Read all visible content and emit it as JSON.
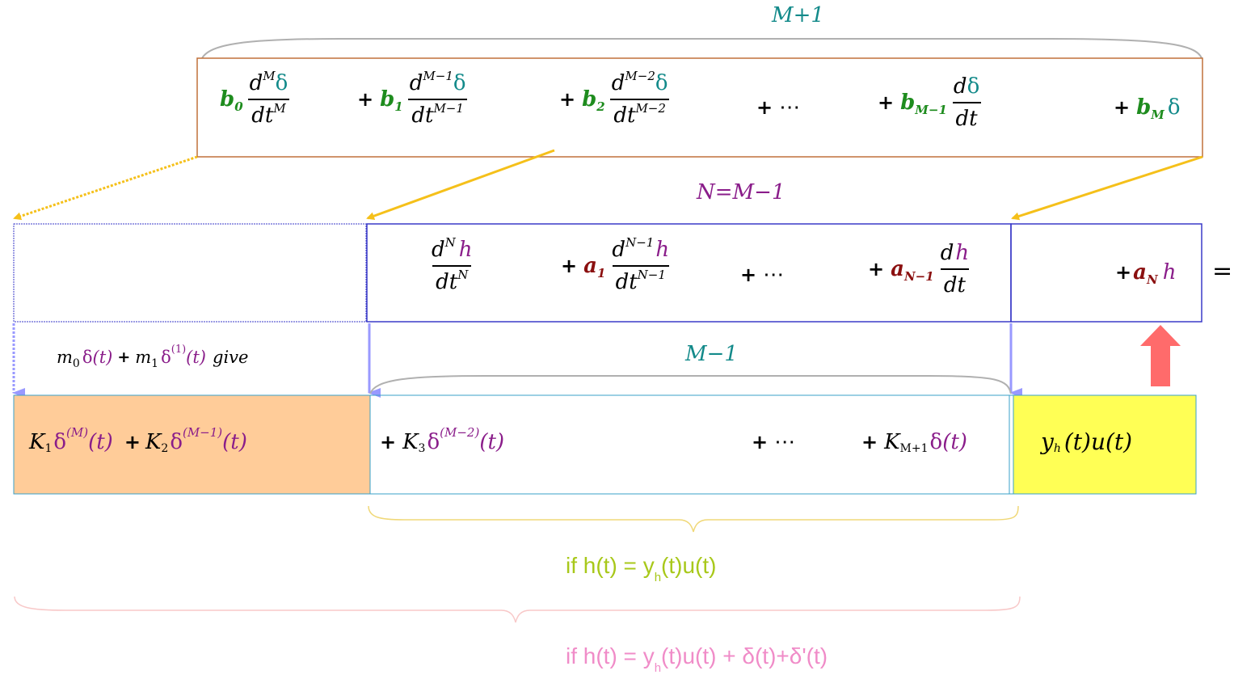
{
  "labels": {
    "m_plus_1": "M+1",
    "n_eq_m_minus_1": "N=M−1",
    "m_minus_1": "M−1",
    "equals": "="
  },
  "top_row": {
    "b0": "b",
    "b0_sub": "0",
    "b0_num": "d",
    "b0_num_sup": "M",
    "b0_num_fn": "δ",
    "b0_den": "dt",
    "b0_den_sup": "M",
    "b1": "b",
    "b1_sub": "1",
    "b1_num": "d",
    "b1_num_sup": "M−1",
    "b1_num_fn": "δ",
    "b1_den": "dt",
    "b1_den_sup": "M−1",
    "b2": "b",
    "b2_sub": "2",
    "b2_num": "d",
    "b2_num_sup": "M−2",
    "b2_num_fn": "δ",
    "b2_den": "dt",
    "b2_den_sup": "M−2",
    "dots": "⋯",
    "bM1": "b",
    "bM1_sub": "M−1",
    "bM1_num": "d",
    "bM1_num_fn": "δ",
    "bM1_den": "dt",
    "bM": "b",
    "bM_sub": "M",
    "bM_fn": "δ",
    "plus": "+"
  },
  "middle_row": {
    "t0_num": "d",
    "t0_num_sup": "N",
    "t0_num_fn": "h",
    "t0_den": "dt",
    "t0_den_sup": "N",
    "a1": "a",
    "a1_sub": "1",
    "a1_num": "d",
    "a1_num_sup": "N−1",
    "a1_num_fn": "h",
    "a1_den": "dt",
    "a1_den_sup": "N−1",
    "dots": "⋯",
    "aN1": "a",
    "aN1_sub": "N−1",
    "aN1_num": "d",
    "aN1_num_fn": "h",
    "aN1_den": "dt",
    "aN": "a",
    "aN_sub": "N",
    "aN_fn": "h",
    "plus": "+"
  },
  "gives_note": {
    "m0": "m",
    "m0_sub": "0",
    "delta": "δ",
    "t": "(t)",
    "plus": "+",
    "m1": "m",
    "m1_sub": "1",
    "delta1_sup": "(1)",
    "give": "give"
  },
  "bottom_row": {
    "K1": "K",
    "K1_sub": "1",
    "K1_delta": "δ",
    "K1_sup": "(M)",
    "K1_t": "(t)",
    "K2": "K",
    "K2_sub": "2",
    "K2_delta": "δ",
    "K2_sup": "(M−1)",
    "K2_t": "(t)",
    "K3": "K",
    "K3_sub": "3",
    "K3_delta": "δ",
    "K3_sup": "(M−2)",
    "K3_t": "(t)",
    "dots": "⋯",
    "KM1": "K",
    "KM1_sub": "M+1",
    "KM1_delta": "δ",
    "KM1_t": "(t)",
    "yh": "y",
    "yh_sub": "h",
    "yh_rest": "(t)u(t)",
    "plus": "+"
  },
  "conditions": {
    "first_pre": "if  h(t) = y",
    "first_sub": "h",
    "first_post": "(t)u(t)",
    "second_pre": "if  h(t) = y",
    "second_sub": "h",
    "second_post": "(t)u(t) + δ(t)+δ'(t)"
  },
  "colors": {
    "top_box_border": "#c0703a",
    "mid_box_border": "#3a3ac8",
    "orange_fill": "#ffcc99",
    "yellow_fill": "#ffff55",
    "bottom_box_border": "#3aa0c8",
    "arrow_yellow": "#f5c01a",
    "arrow_lavender": "#9999ff",
    "arrow_red": "#ff6b6b",
    "brace_gray": "#b0b0b0",
    "brace_yellow": "#f0d878",
    "brace_pink": "#f8c8c8",
    "green_text": "#a8c81a",
    "pink_text": "#f08cc8"
  }
}
